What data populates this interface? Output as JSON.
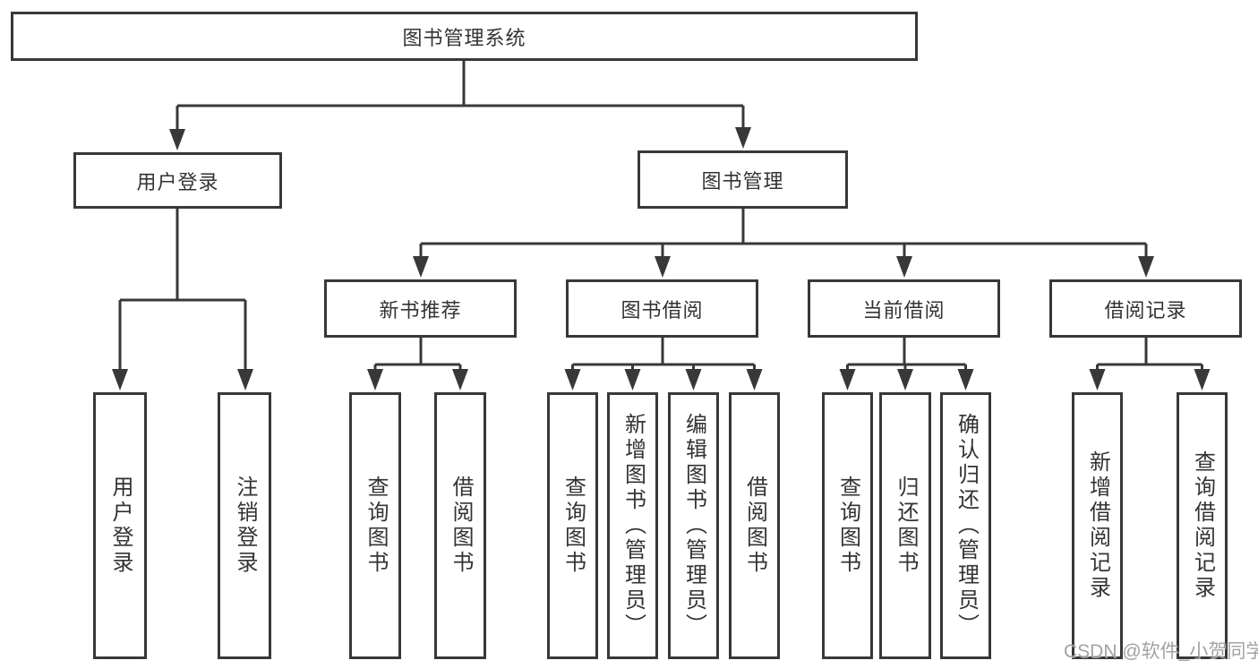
{
  "diagram": {
    "root": {
      "label": "图书管理系统"
    },
    "level2": {
      "userLogin": {
        "label": "用户登录"
      },
      "bookManagement": {
        "label": "图书管理"
      }
    },
    "level3": {
      "newBookRecommend": {
        "label": "新书推荐"
      },
      "bookBorrowing": {
        "label": "图书借阅"
      },
      "currentBorrowing": {
        "label": "当前借阅"
      },
      "borrowingRecords": {
        "label": "借阅记录"
      }
    },
    "leaves": {
      "userLogin": [
        {
          "label": "用户登录"
        },
        {
          "label": "注销登录"
        }
      ],
      "newBookRecommend": [
        {
          "label": "查询图书"
        },
        {
          "label": "借阅图书"
        }
      ],
      "bookBorrowing": [
        {
          "label": "查询图书"
        },
        {
          "label": "新增图书（管理员）"
        },
        {
          "label": "编辑图书（管理员）"
        },
        {
          "label": "借阅图书"
        }
      ],
      "currentBorrowing": [
        {
          "label": "查询图书"
        },
        {
          "label": "归还图书"
        },
        {
          "label": "确认归还（管理员）"
        }
      ],
      "borrowingRecords": [
        {
          "label": "新增借阅记录"
        },
        {
          "label": "查询借阅记录"
        }
      ]
    }
  },
  "watermark": {
    "text": "CSDN @软件_小贺同学"
  },
  "colors": {
    "line": "#383838",
    "text": "#333333",
    "watermark": "#9b9b9b",
    "background": "#ffffff"
  }
}
